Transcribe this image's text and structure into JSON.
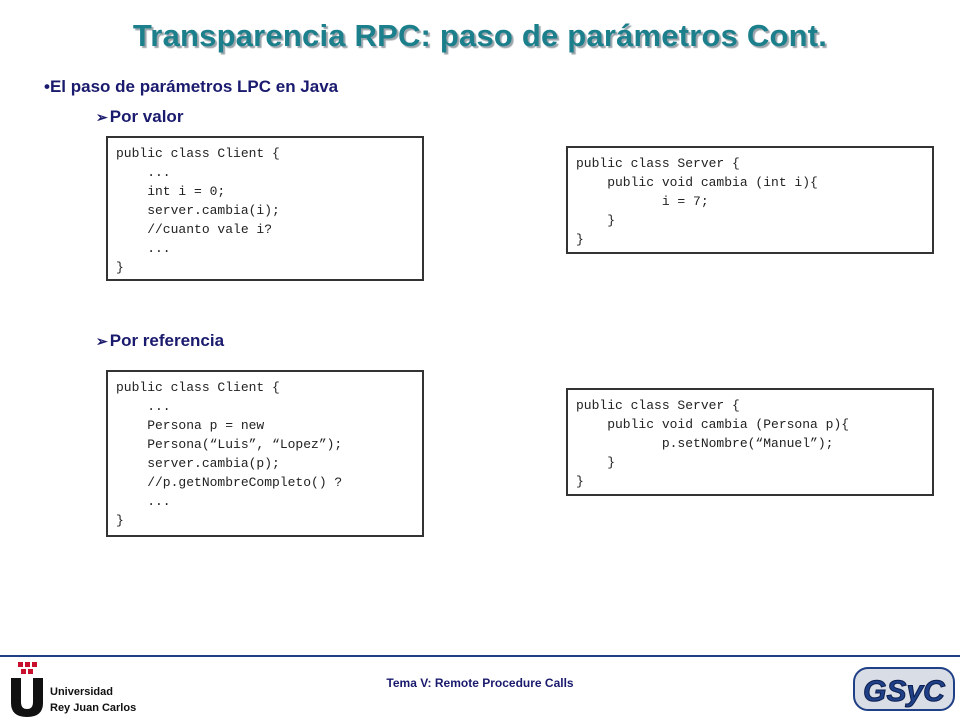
{
  "slide": {
    "title": "Transparencia RPC: paso de parámetros Cont.",
    "bullet": "•El paso de parámetros LPC en Java",
    "by_value_heading": "Por valor",
    "by_reference_heading": "Por referencia"
  },
  "code_blocks": {
    "client_value": "public class Client {\n    ...\n    int i = 0;\n    server.cambia(i);\n    //cuanto vale i?\n    ...\n}",
    "server_value": "public class Server {\n    public void cambia (int i){\n           i = 7;\n    }\n}",
    "client_reference": "public class Client {\n    ...\n    Persona p = new\n    Persona(“Luis”, “Lopez”);\n    server.cambia(p);\n    //p.getNombreCompleto() ?\n    ...\n}",
    "server_reference": "public class Server {\n    public void cambia (Persona p){\n           p.setNombre(“Manuel”);\n    }\n}"
  },
  "footer": {
    "text": "Tema V: Remote Procedure Calls",
    "university_line1": "Universidad",
    "university_line2": "Rey Juan Carlos",
    "group_logo": "GSyC"
  },
  "colors": {
    "title": "#1b7f8c",
    "text": "#1a1a6e",
    "footer_line": "#1f3f86",
    "logo_red": "#c8102e",
    "gsyc_blue": "#1f3f86"
  }
}
